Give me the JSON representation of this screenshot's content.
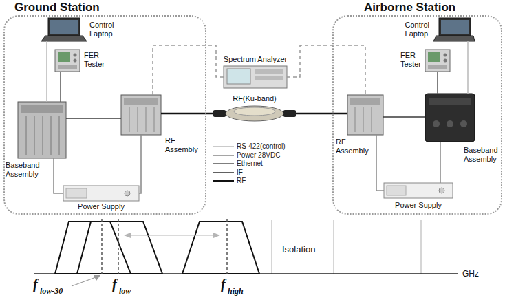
{
  "diagram": {
    "nodes": [
      {
        "text": [
          "Ground Station"
        ]
      },
      {
        "text": [
          "Control Laptop"
        ],
        "in": 0
      },
      {
        "text": [
          "FER Tester"
        ],
        "in": 0
      },
      {
        "text": [
          "Baseband Assembly"
        ],
        "in": 0
      },
      {
        "text": [
          "RF Assembly"
        ],
        "in": 0
      },
      {
        "text": [
          "Power Supply"
        ],
        "in": 0
      },
      {
        "text": [
          "Spectrum Analyzer"
        ]
      },
      {
        "text": [
          "RF(Ku-band)"
        ]
      },
      {
        "text": [
          "Airborne Station"
        ]
      },
      {
        "text": [
          "Control Laptop"
        ],
        "in": 8
      },
      {
        "text": [
          "FER Tester"
        ],
        "in": 8
      },
      {
        "text": [
          "RF Assembly"
        ],
        "in": 8
      },
      {
        "text": [
          "Baseband Assembly"
        ],
        "in": 8
      },
      {
        "text": [
          "Power Supply"
        ],
        "in": 8
      }
    ],
    "edges": [
      {
        "from": 1,
        "to": 3,
        "arrow": "none"
      },
      {
        "from": 2,
        "to": 3,
        "arrow": "none"
      },
      {
        "from": 3,
        "to": 4,
        "arrow": "none"
      },
      {
        "from": 5,
        "to": 3,
        "arrow": "none"
      },
      {
        "from": 5,
        "to": 4,
        "arrow": "none"
      },
      {
        "from": 4,
        "to": 7,
        "arrow": "none"
      },
      {
        "from": 7,
        "to": 11,
        "arrow": "none"
      },
      {
        "from": 4,
        "to": 6,
        "arrow": "none"
      },
      {
        "from": 6,
        "to": 11,
        "arrow": "none"
      },
      {
        "from": 11,
        "to": 12,
        "arrow": "none"
      },
      {
        "from": 13,
        "to": 11,
        "arrow": "none"
      },
      {
        "from": 13,
        "to": 12,
        "arrow": "none"
      },
      {
        "from": 9,
        "to": 12,
        "arrow": "none"
      },
      {
        "from": 10,
        "to": 12,
        "arrow": "none"
      }
    ],
    "labels": [
      "Isolation",
      "GHz",
      "f",
      "low-30",
      "f",
      "low",
      "f",
      "high"
    ],
    "legend": [
      {
        "text": "RS-422(control)"
      },
      {
        "text": "Power 28VDC"
      },
      {
        "text": "Ethernet"
      },
      {
        "text": "IF"
      },
      {
        "text": "RF"
      }
    ]
  }
}
